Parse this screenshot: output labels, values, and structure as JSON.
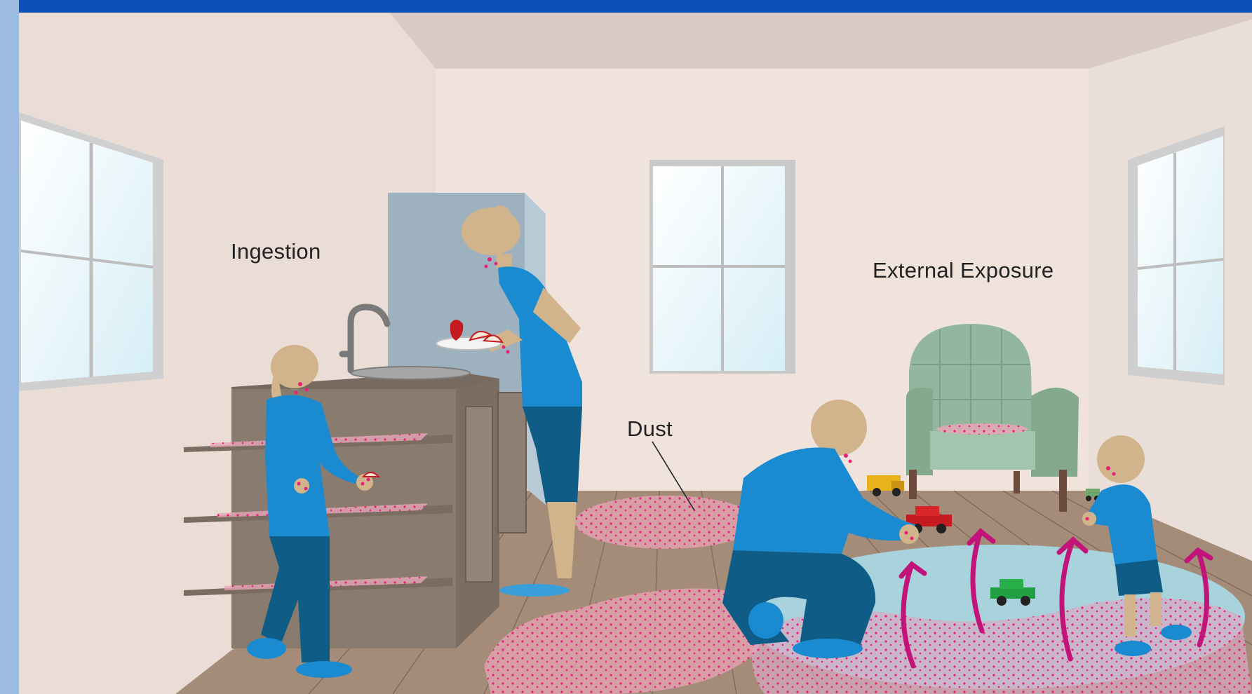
{
  "labels": {
    "ingestion": "Ingestion",
    "external_exposure": "External Exposure",
    "dust": "Dust"
  },
  "colors": {
    "header_bar": "#0f4fba",
    "left_strip": "#9bbbe0",
    "wall": "#ede1da",
    "ceiling": "#d9ccc6",
    "floor": "#a8917f",
    "cabinet": "#8a7b6f",
    "fridge": "#9db1bf",
    "armchair": "#8fb39a",
    "clothing_blue": "#1a8bd0",
    "pants_dark": "#0f5c86",
    "skin": "#d2b48c",
    "dust_pink": "#e8207a",
    "dust_area": "#e8a4b4",
    "rug": "#a9d3dc",
    "arrow_magenta": "#c2137a"
  },
  "icons": [
    "window",
    "faucet",
    "sink",
    "apple",
    "plate",
    "armchair",
    "toy-truck",
    "toy-car",
    "upward-arrow"
  ]
}
